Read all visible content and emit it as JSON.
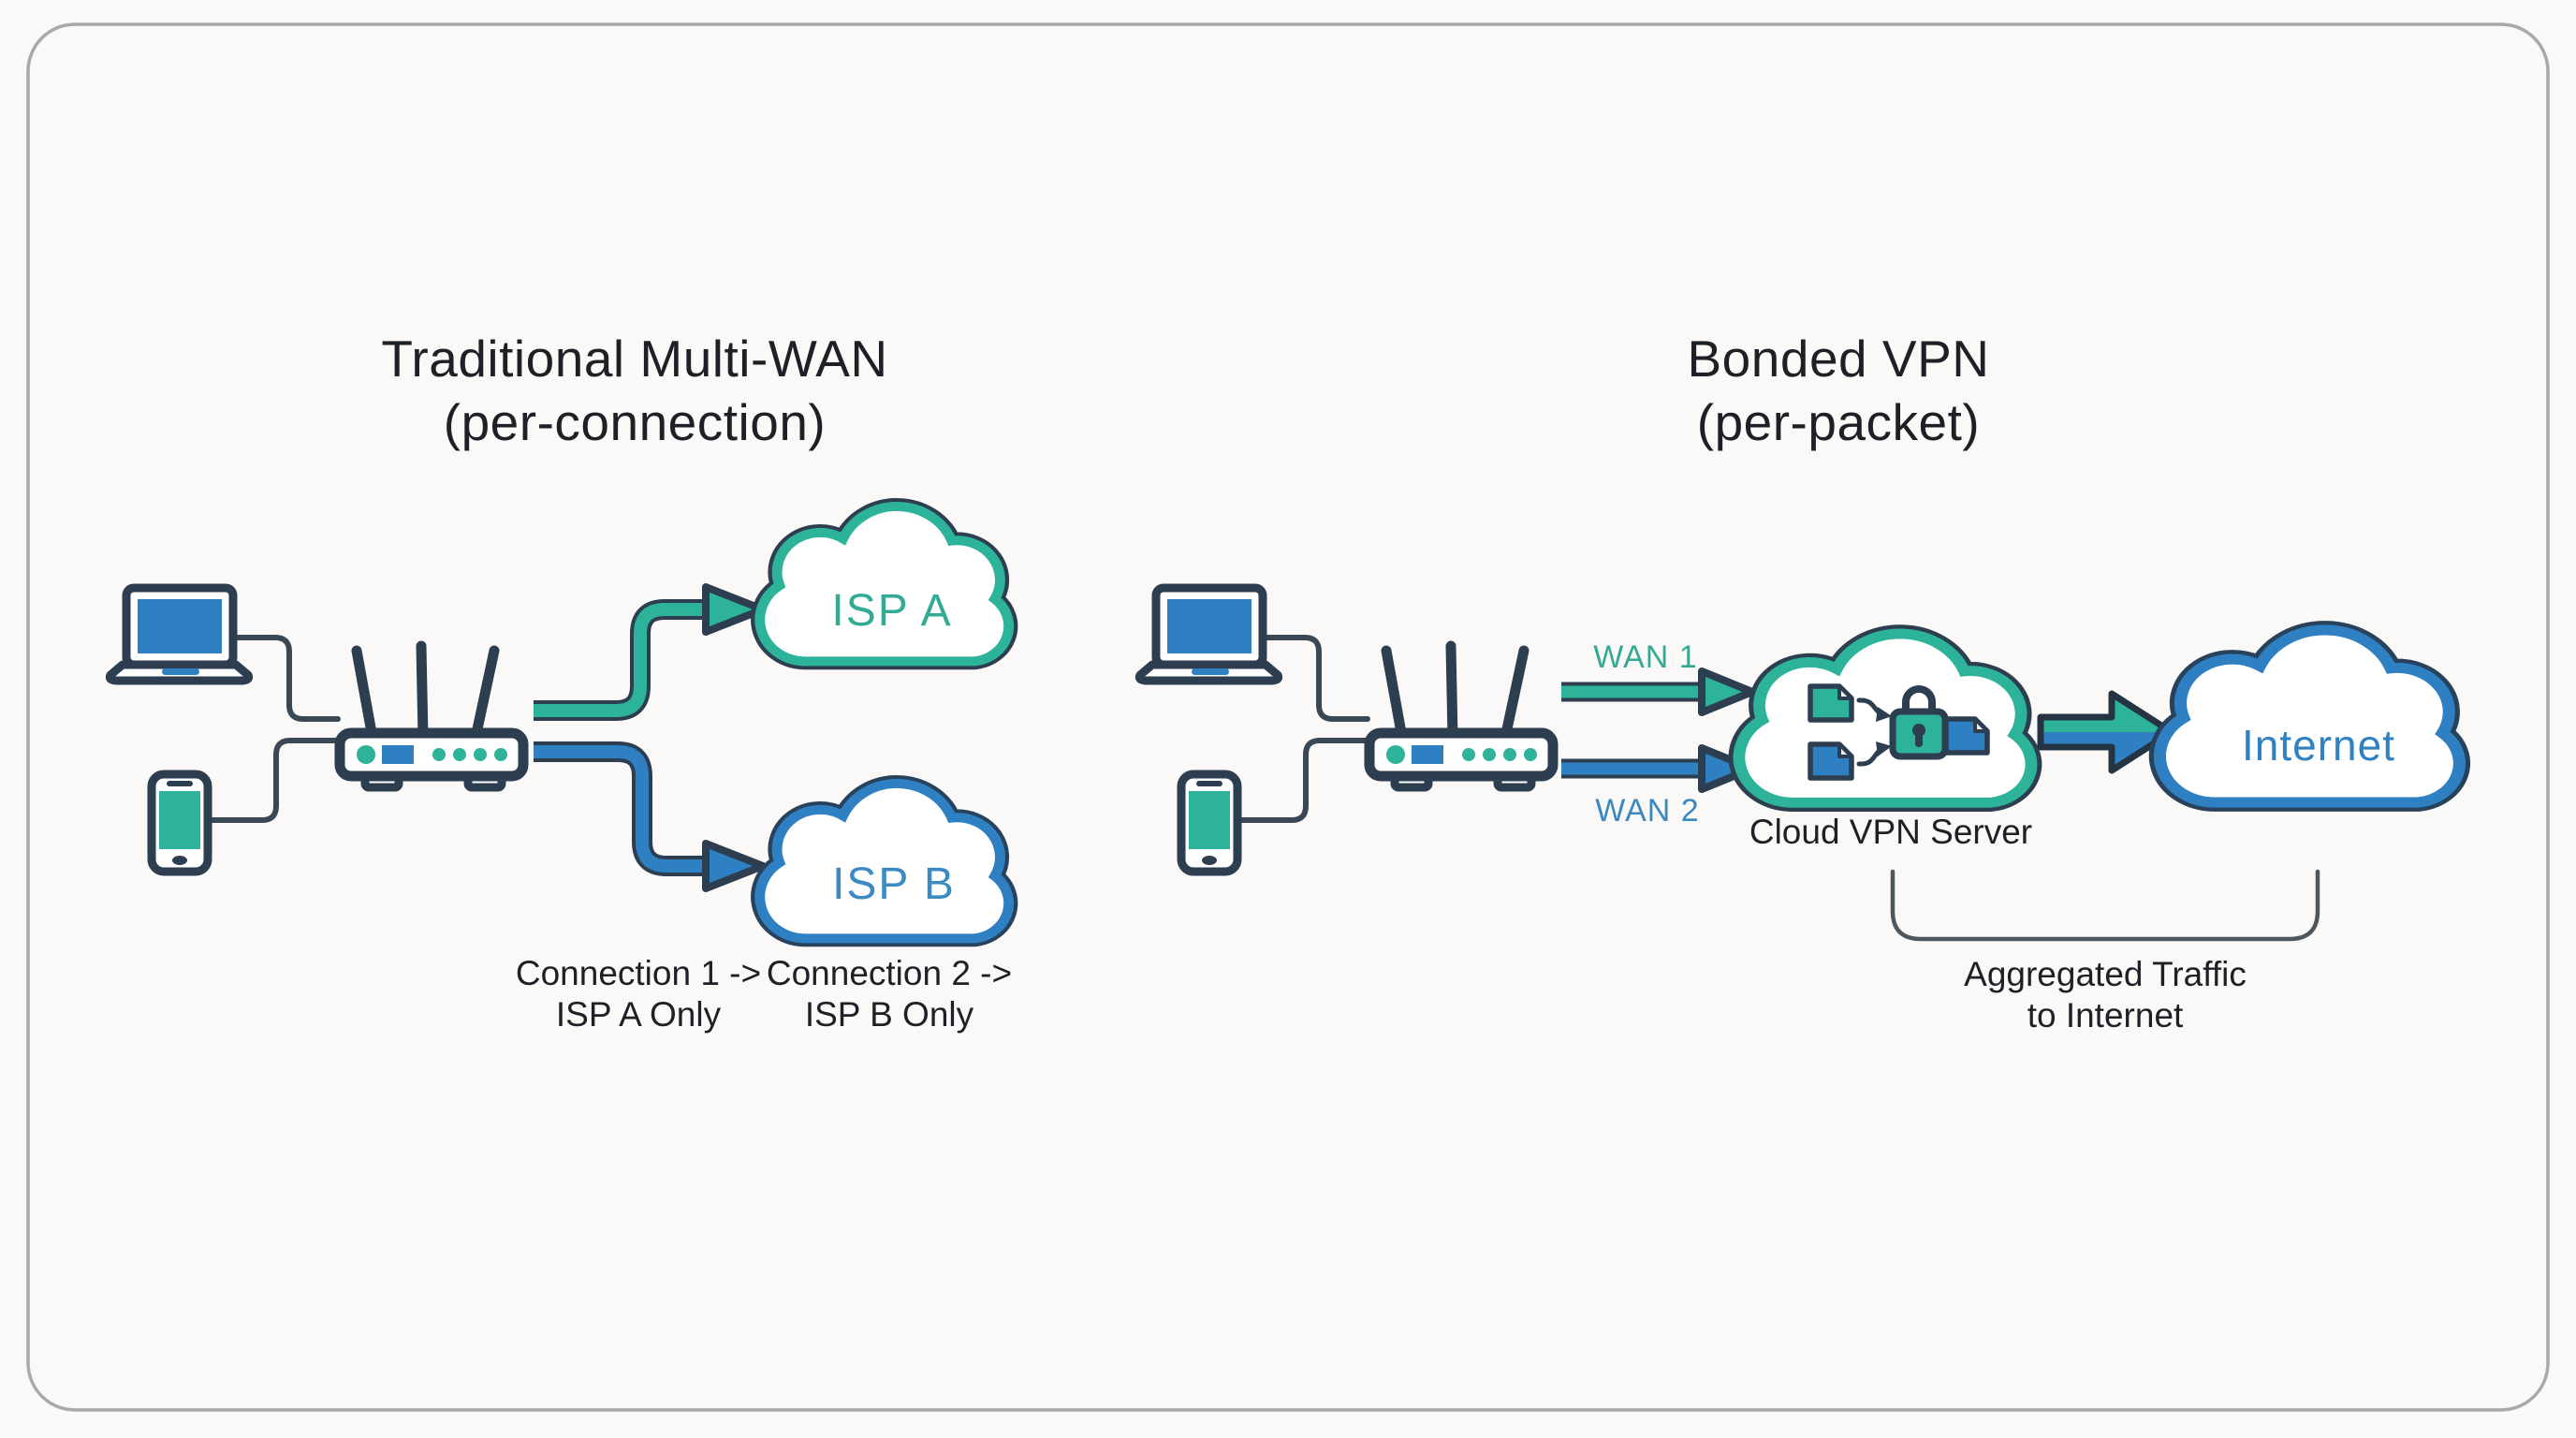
{
  "diagram": {
    "left": {
      "title_line1": "Traditional Multi-WAN",
      "title_line2": "(per-connection)",
      "clouds": {
        "isp_a": "ISP A",
        "isp_b": "ISP B"
      },
      "captions": {
        "connection1_line1": "Connection 1 ->",
        "connection1_line2": "ISP A Only",
        "connection2_line1": "Connection 2 ->",
        "connection2_line2": "ISP B Only"
      }
    },
    "right": {
      "title_line1": "Bonded VPN",
      "title_line2": "(per-packet)",
      "wan1_label": "WAN 1",
      "wan2_label": "WAN 2",
      "vpn_cloud_label": "Cloud VPN Server",
      "internet_cloud_label": "Internet",
      "aggregated_line1": "Aggregated Traffic",
      "aggregated_line2": "to Internet"
    },
    "colors": {
      "teal": "#2db39a",
      "blue": "#2f80c3",
      "dark_outline": "#2c3e50",
      "text_dark": "#1d2127",
      "wan1_teal_text": "#36a893",
      "wan2_blue_text": "#3a88bf",
      "frame_border": "#a9a9a9",
      "background": "#faf9f7"
    }
  }
}
